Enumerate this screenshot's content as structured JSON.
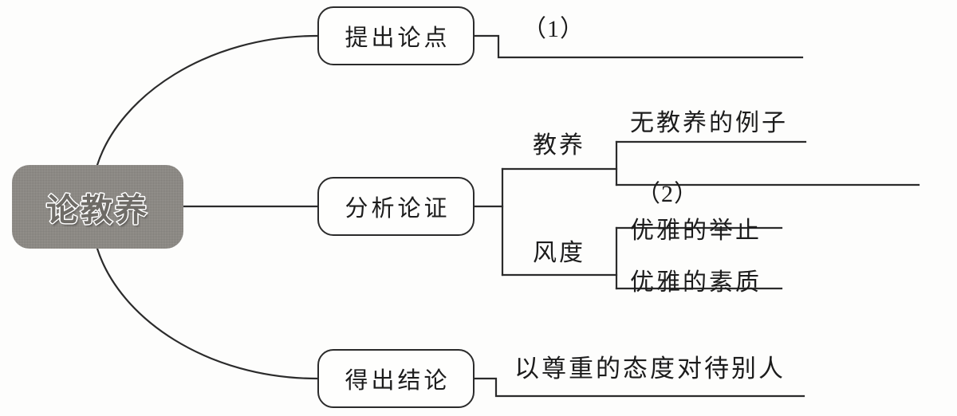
{
  "diagram": {
    "type": "mind-map",
    "title": "论教养",
    "root": {
      "label": "论教养"
    },
    "branches": [
      {
        "id": "thesis",
        "label": "提出论点",
        "children": [
          {
            "label": "（1）",
            "blank": true
          }
        ]
      },
      {
        "id": "analysis",
        "label": "分析论证",
        "children": [
          {
            "label": "教养",
            "children": [
              {
                "label": "无教养的例子",
                "blank": false
              },
              {
                "label": "（2）",
                "blank": true
              }
            ]
          },
          {
            "label": "风度",
            "children": [
              {
                "label": "优雅的举止",
                "blank": false
              },
              {
                "label": "优雅的素质",
                "blank": false
              }
            ]
          }
        ]
      },
      {
        "id": "conclusion",
        "label": "得出结论",
        "children": [
          {
            "label": "以尊重的态度对待别人",
            "blank": false
          }
        ]
      }
    ]
  },
  "colors": {
    "root_fill": "#8d8a85",
    "root_text": "#ffffff",
    "stroke": "#2b2b2b",
    "background": "#fdfdfc",
    "text": "#1c1c1c"
  }
}
